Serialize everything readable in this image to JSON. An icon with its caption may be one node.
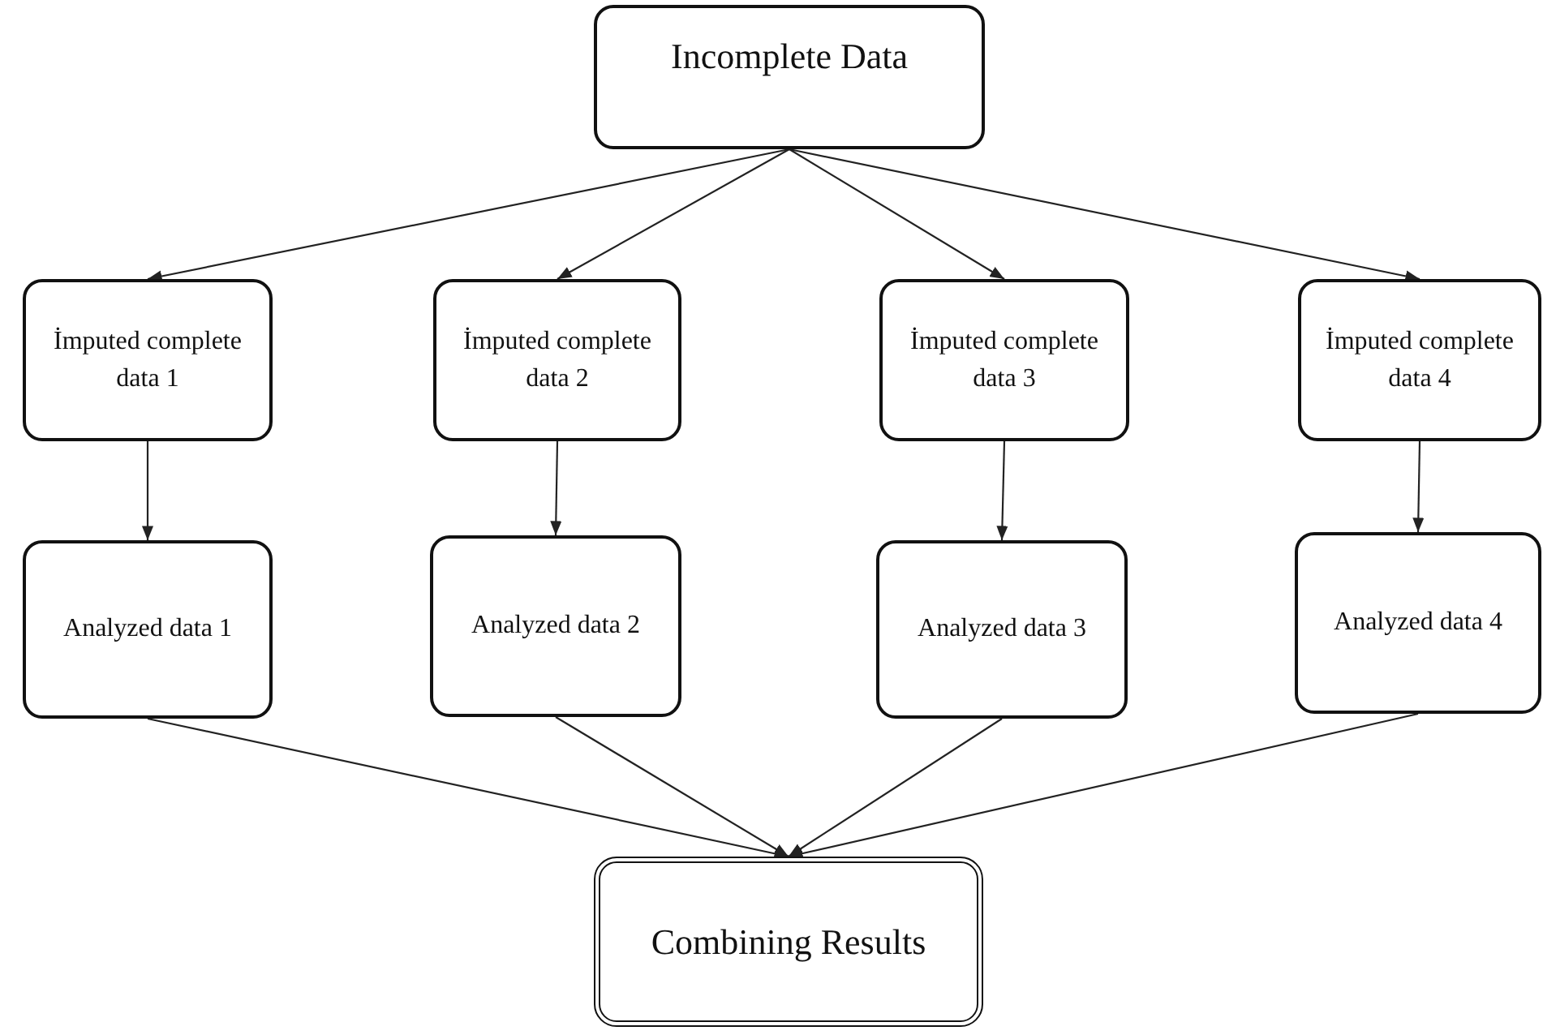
{
  "diagram": {
    "nodes": [
      {
        "text": [
          "Incomplete Data"
        ]
      },
      {
        "text": [
          "İmputed complete data 1"
        ]
      },
      {
        "text": [
          "İmputed complete data 2"
        ]
      },
      {
        "text": [
          "İmputed complete data 3"
        ]
      },
      {
        "text": [
          "İmputed complete data 4"
        ]
      },
      {
        "text": [
          "Analyzed data 1"
        ]
      },
      {
        "text": [
          "Analyzed data 2"
        ]
      },
      {
        "text": [
          "Analyzed data 3"
        ]
      },
      {
        "text": [
          "Analyzed data 4"
        ]
      },
      {
        "text": [
          "Combining Results"
        ]
      }
    ],
    "edges": [
      {
        "from": 0,
        "to": 1,
        "arrow": "to"
      },
      {
        "from": 0,
        "to": 2,
        "arrow": "to"
      },
      {
        "from": 0,
        "to": 3,
        "arrow": "to"
      },
      {
        "from": 0,
        "to": 4,
        "arrow": "to"
      },
      {
        "from": 1,
        "to": 5,
        "arrow": "to"
      },
      {
        "from": 2,
        "to": 6,
        "arrow": "to"
      },
      {
        "from": 3,
        "to": 7,
        "arrow": "to"
      },
      {
        "from": 4,
        "to": 8,
        "arrow": "to"
      },
      {
        "from": 5,
        "to": 9,
        "arrow": "to"
      },
      {
        "from": 6,
        "to": 9,
        "arrow": "to"
      },
      {
        "from": 7,
        "to": 9,
        "arrow": "to"
      },
      {
        "from": 8,
        "to": 9,
        "arrow": "to"
      }
    ]
  }
}
